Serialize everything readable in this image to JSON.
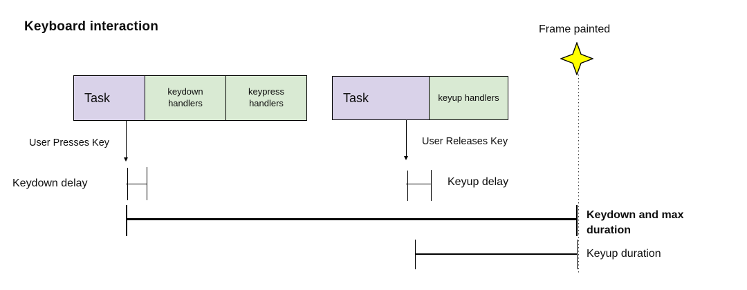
{
  "title": "Keyboard interaction",
  "frame_marker": {
    "label": "Frame painted",
    "icon": "four-point-star-icon",
    "star_fill": "#ffff00",
    "star_stroke": "#000000"
  },
  "colors": {
    "task_fill": "#d9d2e9",
    "handlers_fill": "#d9ead3",
    "border": "#000000",
    "background": "#ffffff"
  },
  "task_groups": [
    {
      "task_label": "Task",
      "handlers": [
        {
          "label": "keydown handlers"
        },
        {
          "label": "keypress handlers"
        }
      ]
    },
    {
      "task_label": "Task",
      "handlers": [
        {
          "label": "keyup handlers"
        }
      ]
    }
  ],
  "event_arrows": [
    {
      "label": "User Presses Key"
    },
    {
      "label": "User Releases Key"
    }
  ],
  "intervals": {
    "keydown_delay": "Keydown delay",
    "keyup_delay": "Keyup delay",
    "keydown_max_duration": "Keydown and max duration",
    "keyup_duration": "Keyup duration"
  }
}
